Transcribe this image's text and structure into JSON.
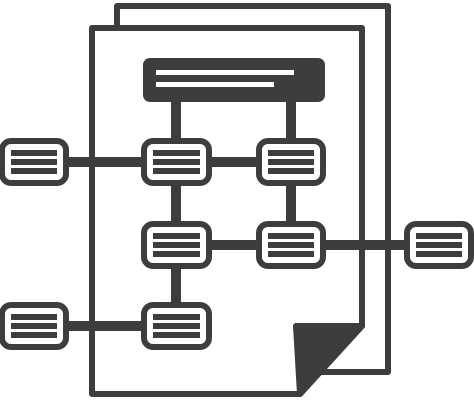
{
  "icon": {
    "name": "document-flowchart-icon",
    "colors": {
      "stroke": "#3d3d3f",
      "fill_dark": "#3d3d3f",
      "fill_light": "#ffffff",
      "background": "#ffffff"
    }
  },
  "diagram": {
    "header_node": {
      "id": "header",
      "lines": 2
    },
    "nodes": [
      {
        "id": "n1",
        "lines": 3
      },
      {
        "id": "n2",
        "lines": 3
      },
      {
        "id": "n3",
        "lines": 3
      },
      {
        "id": "n4",
        "lines": 3
      },
      {
        "id": "n5",
        "lines": 3
      },
      {
        "id": "n6",
        "lines": 3
      },
      {
        "id": "n7",
        "lines": 3
      },
      {
        "id": "n8",
        "lines": 3
      }
    ],
    "edges": [
      {
        "from": "header",
        "to": "n2"
      },
      {
        "from": "header",
        "to": "n3"
      },
      {
        "from": "n1",
        "to": "n2"
      },
      {
        "from": "n2",
        "to": "n3"
      },
      {
        "from": "n2",
        "to": "n4"
      },
      {
        "from": "n3",
        "to": "n5"
      },
      {
        "from": "n4",
        "to": "n5"
      },
      {
        "from": "n5",
        "to": "n6"
      },
      {
        "from": "n4",
        "to": "n8"
      },
      {
        "from": "n7",
        "to": "n8"
      }
    ]
  }
}
